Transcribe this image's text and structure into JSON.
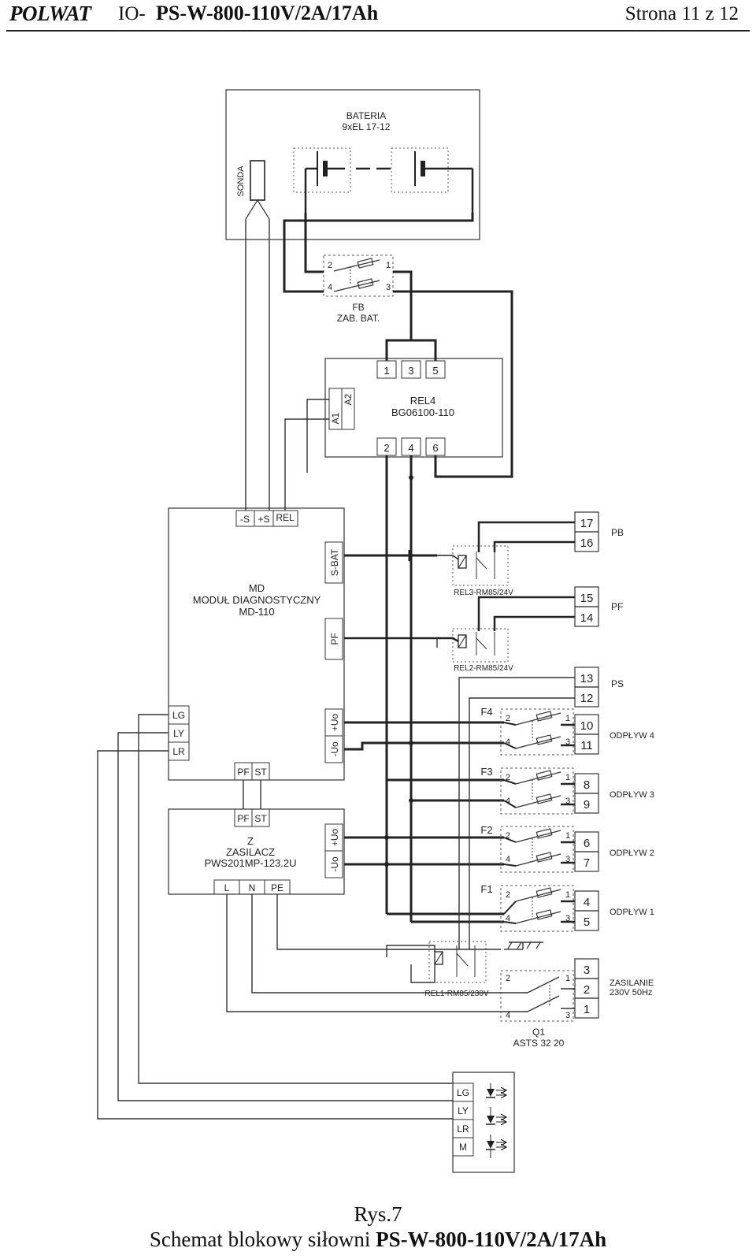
{
  "header": {
    "brand": "POLWAT",
    "doc_prefix": "IO-",
    "doc_id": "PS-W-800-110V/2A/17Ah",
    "page_info": "Strona 11 z 12"
  },
  "diagram": {
    "battery": {
      "label": "BATERIA",
      "type": "9xEL 17-12"
    },
    "sonda": "SONDA",
    "fb": {
      "label": "FB",
      "sublabel": "ZAB. BAT.",
      "pins": [
        "2",
        "1",
        "4",
        "3"
      ]
    },
    "rel4": {
      "label": "REL4",
      "part": "BG06100-110",
      "coil_pins": [
        "A1",
        "A2"
      ],
      "top_pins": [
        "1",
        "3",
        "5"
      ],
      "bottom_pins": [
        "2",
        "4",
        "6"
      ]
    },
    "md": {
      "label": "MD",
      "name": "MODUŁ DIAGNOSTYCZNY",
      "part": "MD-110",
      "top_pins": [
        "-S",
        "+S",
        "REL"
      ],
      "right_pins": [
        "S-BAT",
        "PF",
        "+Uo",
        "-Uo"
      ],
      "left_pins": [
        "LG",
        "LY",
        "LR"
      ],
      "bottom_pins": [
        "PF",
        "ST"
      ]
    },
    "zasilacz": {
      "label": "Z",
      "name": "ZASILACZ",
      "part": "PWS201MP-123.2U",
      "top_pins": [
        "PF",
        "ST"
      ],
      "right_pins": [
        "+Uo",
        "-Uo"
      ],
      "bottom_pins": [
        "L",
        "N",
        "PE"
      ]
    },
    "rel3": "REL3-RM85/24V",
    "rel2": "REL2-RM85/24V",
    "rel1": "REL1-RM85/230V",
    "fuses": [
      {
        "label": "F4",
        "pins": [
          "2",
          "1",
          "4",
          "3"
        ]
      },
      {
        "label": "F3",
        "pins": [
          "2",
          "1",
          "4",
          "3"
        ]
      },
      {
        "label": "F2",
        "pins": [
          "2",
          "1",
          "4",
          "3"
        ]
      },
      {
        "label": "F1",
        "pins": [
          "2",
          "1",
          "4",
          "3"
        ]
      }
    ],
    "q1": {
      "label": "Q1",
      "part": "ASTS 32 20",
      "pins": [
        "2",
        "1",
        "4",
        "3"
      ]
    },
    "terminals": [
      "17",
      "16",
      "15",
      "14",
      "13",
      "12",
      "10",
      "11",
      "8",
      "9",
      "6",
      "7",
      "4",
      "5",
      "3",
      "2",
      "1"
    ],
    "outputs": {
      "pb": "PB",
      "pf": "PF",
      "ps": "PS",
      "odp4": "ODPŁYW 4",
      "odp3": "ODPŁYW 3",
      "odp2": "ODPŁYW 2",
      "odp1": "ODPŁYW 1",
      "zas1": "ZASILANIE",
      "zas2": "230V 50Hz"
    },
    "led_panel": [
      "LG",
      "LY",
      "LR",
      "M"
    ]
  },
  "caption": {
    "line1": "Rys.7",
    "line2_prefix": "Schemat blokowy siłowni",
    "line2_model": "PS-W-800-110V/2A/17Ah"
  }
}
